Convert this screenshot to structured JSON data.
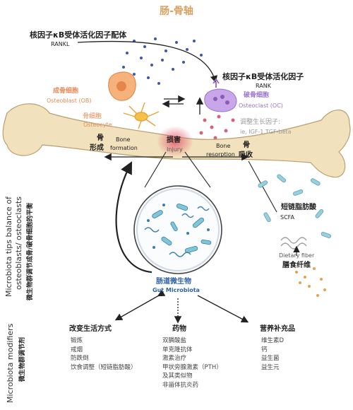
{
  "title": "肠-骨轴",
  "rankl": {
    "zh": "核因子κB受体活化因子配体",
    "en": "RANKL"
  },
  "rank": {
    "zh": "核因子κB受体活化因子",
    "en": "RANK"
  },
  "osteoblast": {
    "zh": "成骨细胞",
    "en": "Osteoblast (OB)"
  },
  "osteocyte": {
    "zh": "骨细胞",
    "en": "Osteocyte"
  },
  "osteoclast": {
    "zh": "破骨细胞",
    "en": "Osteoclast (OC)"
  },
  "growth_factors": {
    "zh": "调整生长因子:",
    "en": "ie, IGF-1,TGF-beta"
  },
  "bone_formation": {
    "zh1": "骨",
    "zh2": "形成",
    "en1": "Bone",
    "en2": "formation"
  },
  "injury": {
    "zh": "损害",
    "en": "Injury"
  },
  "bone_resorption": {
    "en1": "Bone",
    "en2": "resorption",
    "zh1": "骨",
    "zh2": "吸收"
  },
  "scfa": {
    "zh": "短链脂肪酸",
    "en": "SCFA"
  },
  "fiber": {
    "en": "Dietary fiber",
    "zh": "膳食纤维"
  },
  "gut": {
    "zh": "肠道微生物",
    "en": "Gut Microbiota"
  },
  "balance": {
    "en1": "Microbiota tips balance of",
    "en2": "osteoblasts/ osteoclasts",
    "zh": "微生物群调节成骨/破骨细胞的平衡"
  },
  "modifiers": {
    "en": "Microbiota modifiers",
    "zh": "微生物群调节剂"
  },
  "lifestyle": {
    "title": "改变生活方式",
    "items": [
      "锻炼",
      "戒烟",
      "防跌倒",
      "饮食调整（短链脂肪酸）"
    ]
  },
  "drugs": {
    "title": "药物",
    "items": [
      "双膦酸盐",
      "单克隆抗体",
      "激素治疗",
      "甲状旁腺激素（PTH）",
      "及其类似物",
      "非甾体抗炎药"
    ]
  },
  "supplements": {
    "title": "营养补充品",
    "items": [
      "维生素D",
      "钙",
      "益生菌",
      "益生元"
    ]
  },
  "colors": {
    "bone": "#f1e2bd",
    "bone_edge": "#b99e70",
    "injury": "#e0566a",
    "arrow": "#222222",
    "osteoblast": "#f4a261",
    "osteoclast": "#b58ad8"
  }
}
